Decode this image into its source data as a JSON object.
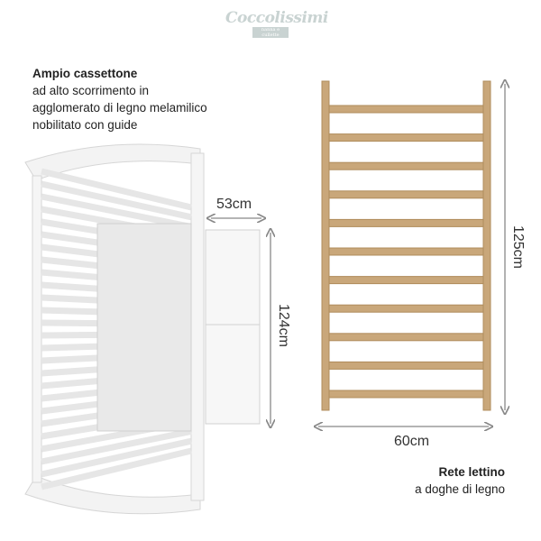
{
  "logo": {
    "name": "Coccolissimi",
    "tagline": "nanna e cullette"
  },
  "drawer": {
    "title": "Ampio cassettone",
    "lines": [
      "ad alto scorrimento in",
      "agglomerato di legno melamilico",
      "nobilitato con guide"
    ]
  },
  "slats": {
    "title": "Rete lettino",
    "subtitle": "a doghe di legno"
  },
  "dimensions": {
    "drawer_width": "53cm",
    "drawer_length": "124cm",
    "base_length": "125cm",
    "base_width": "60cm"
  },
  "colors": {
    "wood": "#c9a77a",
    "crib": "#f2f2f2",
    "arrow": "#888888"
  }
}
